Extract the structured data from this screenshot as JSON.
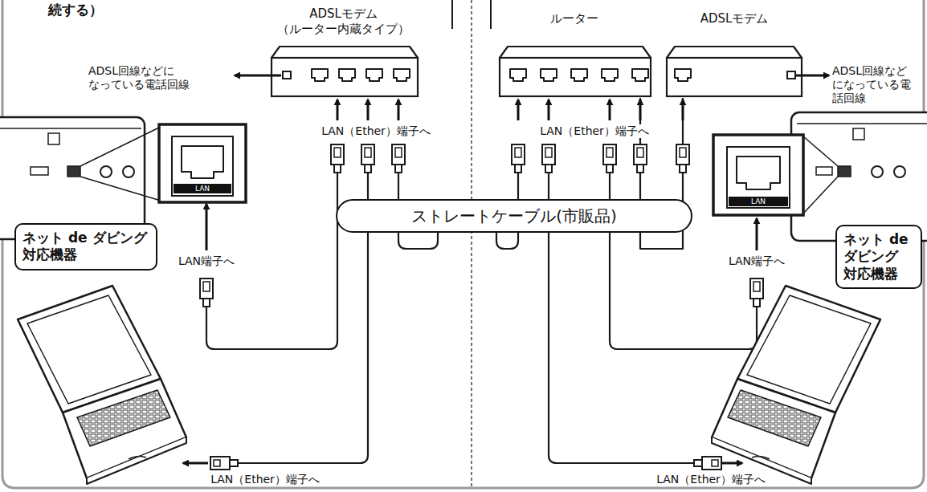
{
  "diagram": {
    "nodes": [
      {
        "text": [
          "ADSLモデム （ルーター内蔵タイプ）"
        ]
      },
      {
        "text": [
          "ネット de ダビング 対応機器"
        ]
      },
      {
        "text": [
          "ストレートケーブル(市販品)"
        ]
      },
      {
        "text": [
          "ルーター"
        ]
      },
      {
        "text": [
          "ADSLモデム"
        ]
      },
      {
        "text": [
          "ネット de ダビング 対応機器"
        ]
      }
    ],
    "edges": [
      {
        "from": 3,
        "to": 4,
        "arrow": "none"
      }
    ],
    "labels": [
      "続する）",
      "ADSL回線などに なっている電話回線",
      "LAN（Ether）端子へ",
      "LAN",
      "LAN端子へ",
      "LAN（Ether）端子へ",
      "LAN（Ether）端子へ",
      "ADSL回線など になっている電 話回線",
      "LAN",
      "LAN端子へ",
      "LAN（Ether）端子へ"
    ]
  }
}
